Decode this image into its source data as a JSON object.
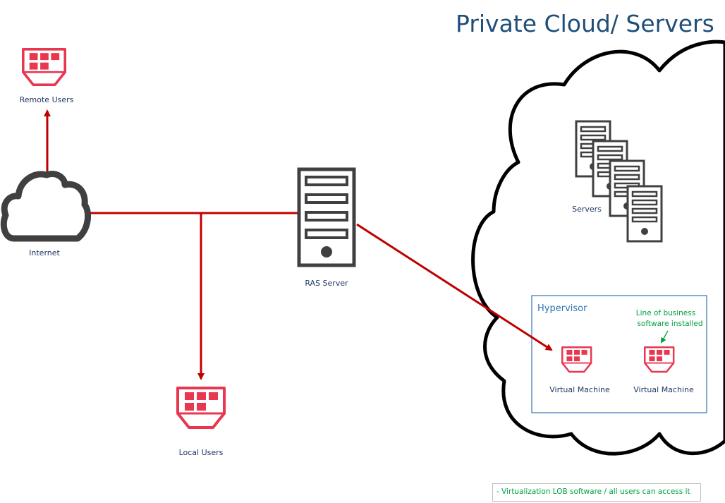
{
  "title": "Private Cloud/ Servers",
  "labels": {
    "remote_users": "Remote Users",
    "internet": "Internet",
    "ras_server": "RAS Server",
    "local_users": "Local Users",
    "servers": "Servers",
    "hypervisor": "Hypervisor",
    "virtual_machine_1": "Virtual Machine",
    "virtual_machine_2": "Virtual Machine"
  },
  "annotation": {
    "line1": "Line of business",
    "line2": "software installed"
  },
  "note": "- Virtualization LOB software / all users can access it",
  "colors": {
    "connector": "#c00000",
    "user_icon": "#e8374f",
    "device": "#404040",
    "hypervisor_border": "#2e75b6",
    "annotation": "#00a040",
    "title": "#1f4e79"
  },
  "icons": {
    "user": "terminal-user-icon",
    "cloud": "cloud-icon",
    "server": "server-tower-icon"
  }
}
